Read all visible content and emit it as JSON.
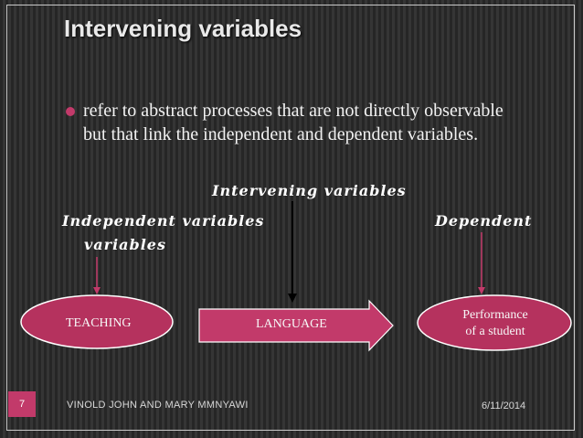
{
  "slide": {
    "title": "Intervening variables",
    "bullet": "refer to abstract processes that are not directly observable but that link the independent and dependent variables."
  },
  "diagram": {
    "labels": {
      "intervening": "Intervening variables",
      "independent": "Independent variables",
      "dependent": "Dependent",
      "variables": "variables"
    },
    "nodes": {
      "teaching": "TEACHING",
      "language": "LANGUAGE",
      "performance_line1": "Performance",
      "performance_line2": "of a student"
    },
    "colors": {
      "node_fill": "#b5325e",
      "arrow_fill": "#c23a6a",
      "node_stroke": "#ffffff"
    }
  },
  "footer": {
    "page_number": "7",
    "author": "VINOLD JOHN AND MARY MMNYAWI",
    "date": "6/11/2014"
  }
}
